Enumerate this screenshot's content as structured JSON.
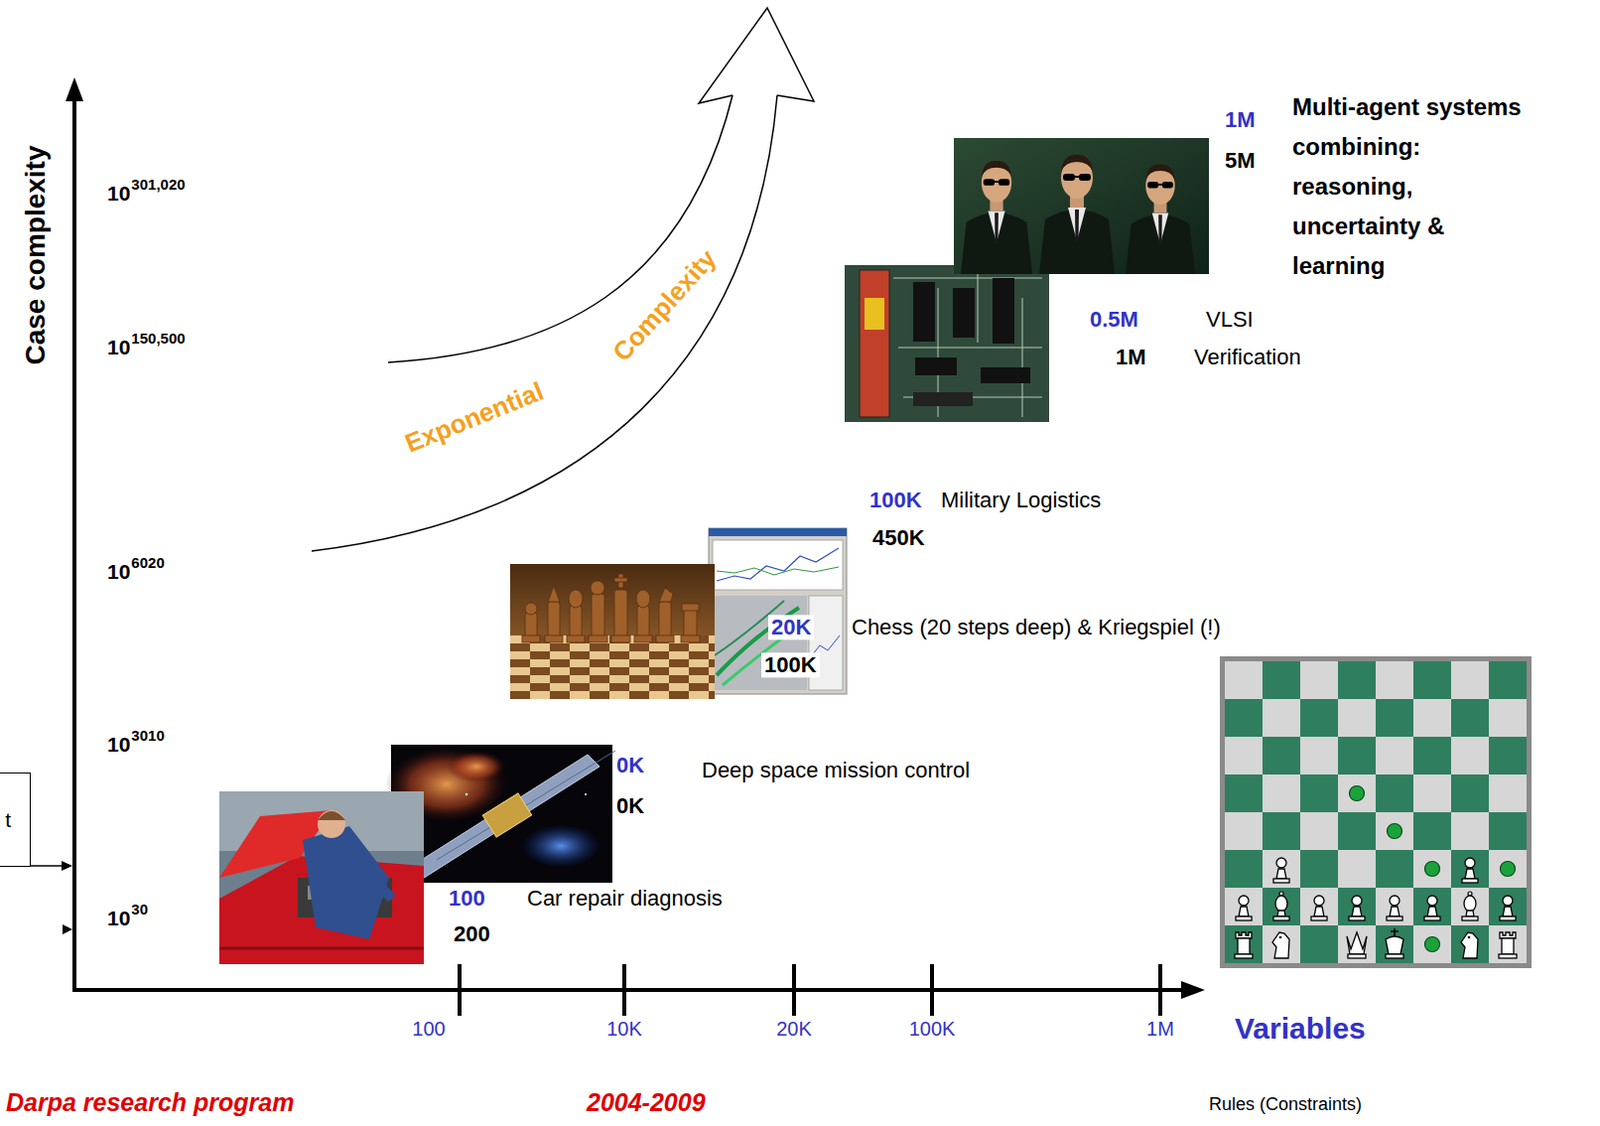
{
  "diagram": {
    "nodes": [
      {
        "text": [
          "t"
        ]
      }
    ],
    "labels": [
      "1M",
      "Multi-agent systems combining: reasoning, uncertainty & learning",
      "5M",
      "Case complexity",
      "10",
      "301,020",
      "Complexity",
      "10",
      "150,500",
      "0.5M",
      "VLSI",
      "1M",
      "Verification",
      "Exponential",
      "100K",
      "Military Logistics",
      "450K",
      "10",
      "6020",
      "20K",
      "Chess (20 steps deep) & Kriegspiel (!)",
      "100K",
      "10",
      "3010",
      "0K",
      "Deep space mission control",
      "0K",
      "100",
      "Car repair diagnosis",
      "200",
      "10",
      "30",
      "100",
      "10K",
      "20K",
      "100K",
      "1M",
      "Variables",
      "Rules (Constraints)",
      "Darpa research program",
      "2004-2009"
    ]
  }
}
